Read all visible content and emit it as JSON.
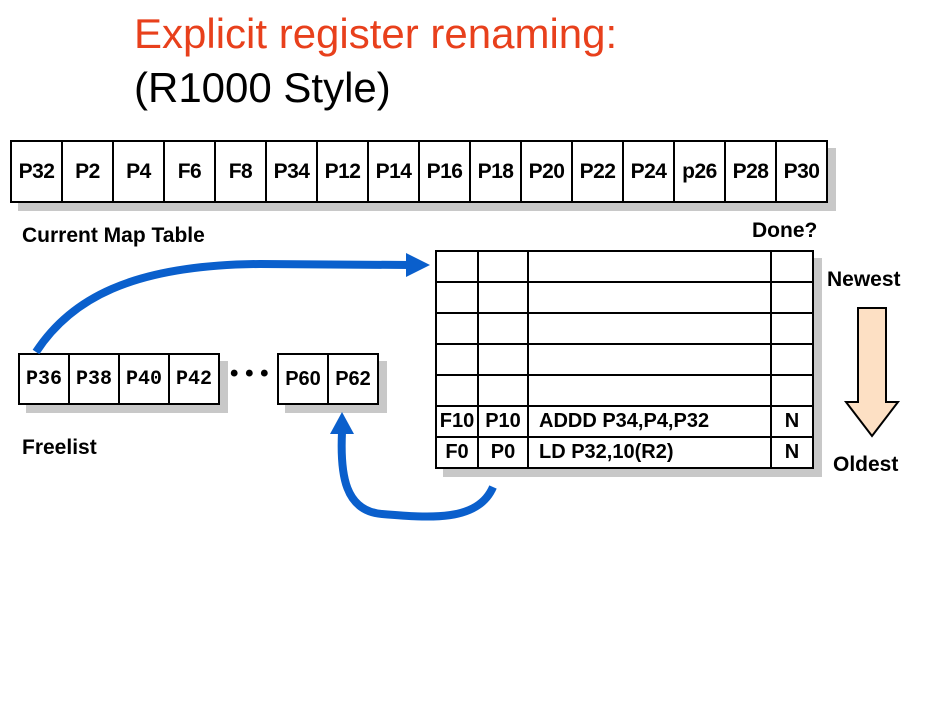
{
  "title": {
    "line1": "Explicit register renaming:",
    "line2": "(R1000 Style)"
  },
  "map_table": {
    "label": "Current Map Table",
    "cells": [
      "P32",
      "P2",
      "P4",
      "F6",
      "F8",
      "P34",
      "P12",
      "P14",
      "P16",
      "P18",
      "P20",
      "P22",
      "P24",
      "p26",
      "P28",
      "P30"
    ]
  },
  "freelist": {
    "label": "Freelist",
    "cells_left": [
      "P36",
      "P38",
      "P40",
      "P42"
    ],
    "ellipsis": "• • •",
    "cells_right": [
      "P60",
      "P62"
    ]
  },
  "rob": {
    "done_label": "Done?",
    "newest_label": "Newest",
    "oldest_label": "Oldest",
    "rows": [
      {
        "arch": "",
        "phys": "",
        "instr": "",
        "done": ""
      },
      {
        "arch": "",
        "phys": "",
        "instr": "",
        "done": ""
      },
      {
        "arch": "",
        "phys": "",
        "instr": "",
        "done": ""
      },
      {
        "arch": "",
        "phys": "",
        "instr": "",
        "done": ""
      },
      {
        "arch": "",
        "phys": "",
        "instr": "",
        "done": ""
      },
      {
        "arch": "F10",
        "phys": "P10",
        "instr": "ADDD P34,P4,P32",
        "done": "N"
      },
      {
        "arch": "F0",
        "phys": "P0",
        "instr": "LD P32,10(R2)",
        "done": "N"
      }
    ]
  },
  "colors": {
    "title_accent": "#e8401c",
    "arrow_blue": "#0a5fcc",
    "down_arrow_fill": "#fde0c4",
    "shadow": "#c8c8c8"
  }
}
